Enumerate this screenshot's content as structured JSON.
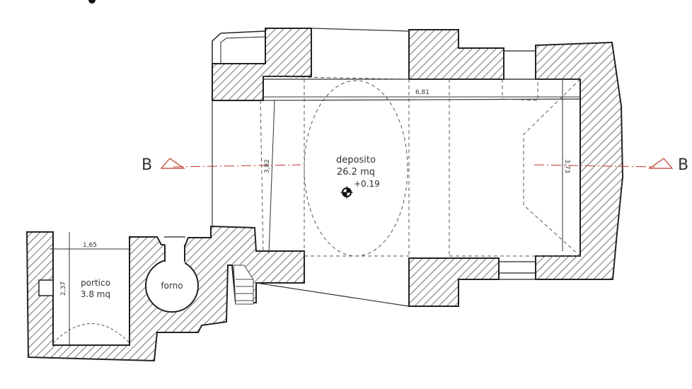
{
  "plan": {
    "section_marker_left": "B",
    "section_marker_right": "B",
    "rooms": [
      {
        "name": "deposito",
        "area": "26.2 mq",
        "level": "+0.19"
      },
      {
        "name": "portico",
        "area": "3.8 mq"
      },
      {
        "name": "forno"
      }
    ],
    "dimensions": {
      "deposito_length": "6,81",
      "deposito_width_left": "3,82",
      "deposito_width_right": "3,73",
      "portico_width": "1,65",
      "portico_depth": "2,37"
    },
    "colors": {
      "wall": "#222222",
      "section_line": "#c0392b"
    }
  }
}
